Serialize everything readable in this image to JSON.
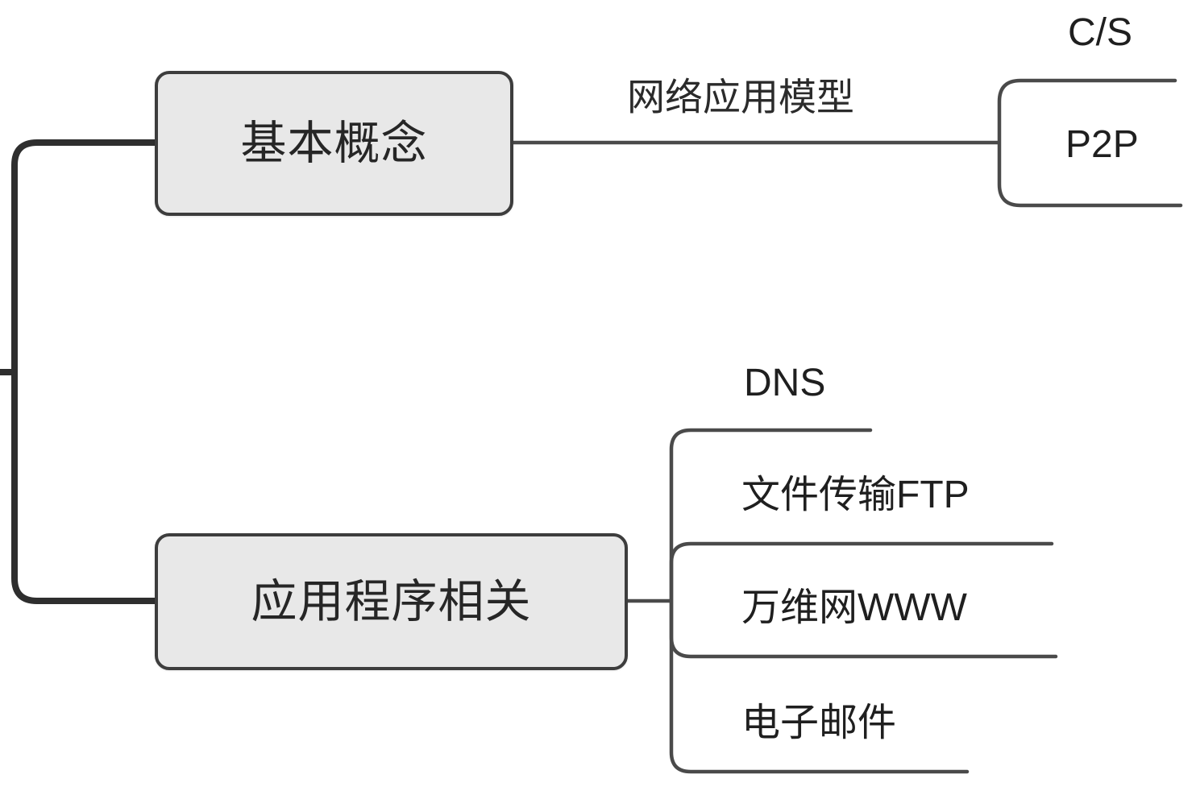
{
  "diagram": {
    "type": "mind-map",
    "orientation": "left-to-right",
    "root": {
      "label": "",
      "visible": false
    },
    "branches": [
      {
        "id": "basic-concepts",
        "label": "基本概念",
        "style": "rounded-filled-box",
        "edge_label": "网络应用模型",
        "children": [
          {
            "id": "cs",
            "label": "C/S"
          },
          {
            "id": "p2p",
            "label": "P2P"
          }
        ]
      },
      {
        "id": "application-related",
        "label": "应用程序相关",
        "style": "rounded-filled-box",
        "edge_label": "",
        "children": [
          {
            "id": "dns",
            "label": "DNS"
          },
          {
            "id": "ftp",
            "label": "文件传输FTP"
          },
          {
            "id": "www",
            "label": "万维网WWW"
          },
          {
            "id": "email",
            "label": "电子邮件"
          }
        ]
      }
    ]
  },
  "colors": {
    "box_fill": "#e8e8e8",
    "box_stroke": "#3d3d3d",
    "connector_thick": "#2e2e2e",
    "connector_thin": "#4a4a4a",
    "text": "#1f1f1f",
    "background": "#ffffff"
  }
}
